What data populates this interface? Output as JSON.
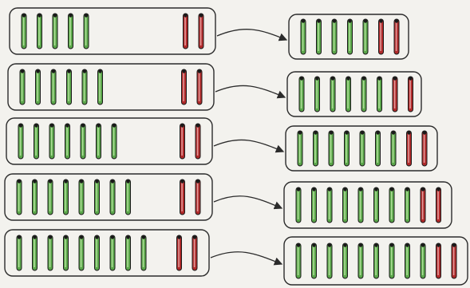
{
  "diagram": {
    "colors": {
      "background": "#f3f2ee",
      "box_border": "#2b2b2b",
      "arrow": "#2b2b2b",
      "green_stick": "#5aa64a",
      "green_stick_light": "#b6e39f",
      "red_stick": "#b02a2a",
      "red_stick_light": "#e7a3a3",
      "stick_outline": "#1a1a1a"
    },
    "rows": [
      {
        "left": {
          "green": 5,
          "red": 2
        },
        "right": {
          "green": 5,
          "red": 2
        }
      },
      {
        "left": {
          "green": 6,
          "red": 2
        },
        "right": {
          "green": 6,
          "red": 2
        }
      },
      {
        "left": {
          "green": 7,
          "red": 2
        },
        "right": {
          "green": 7,
          "red": 2
        }
      },
      {
        "left": {
          "green": 8,
          "red": 2
        },
        "right": {
          "green": 8,
          "red": 2
        }
      },
      {
        "left": {
          "green": 9,
          "red": 2
        },
        "right": {
          "green": 9,
          "red": 2
        }
      }
    ]
  }
}
